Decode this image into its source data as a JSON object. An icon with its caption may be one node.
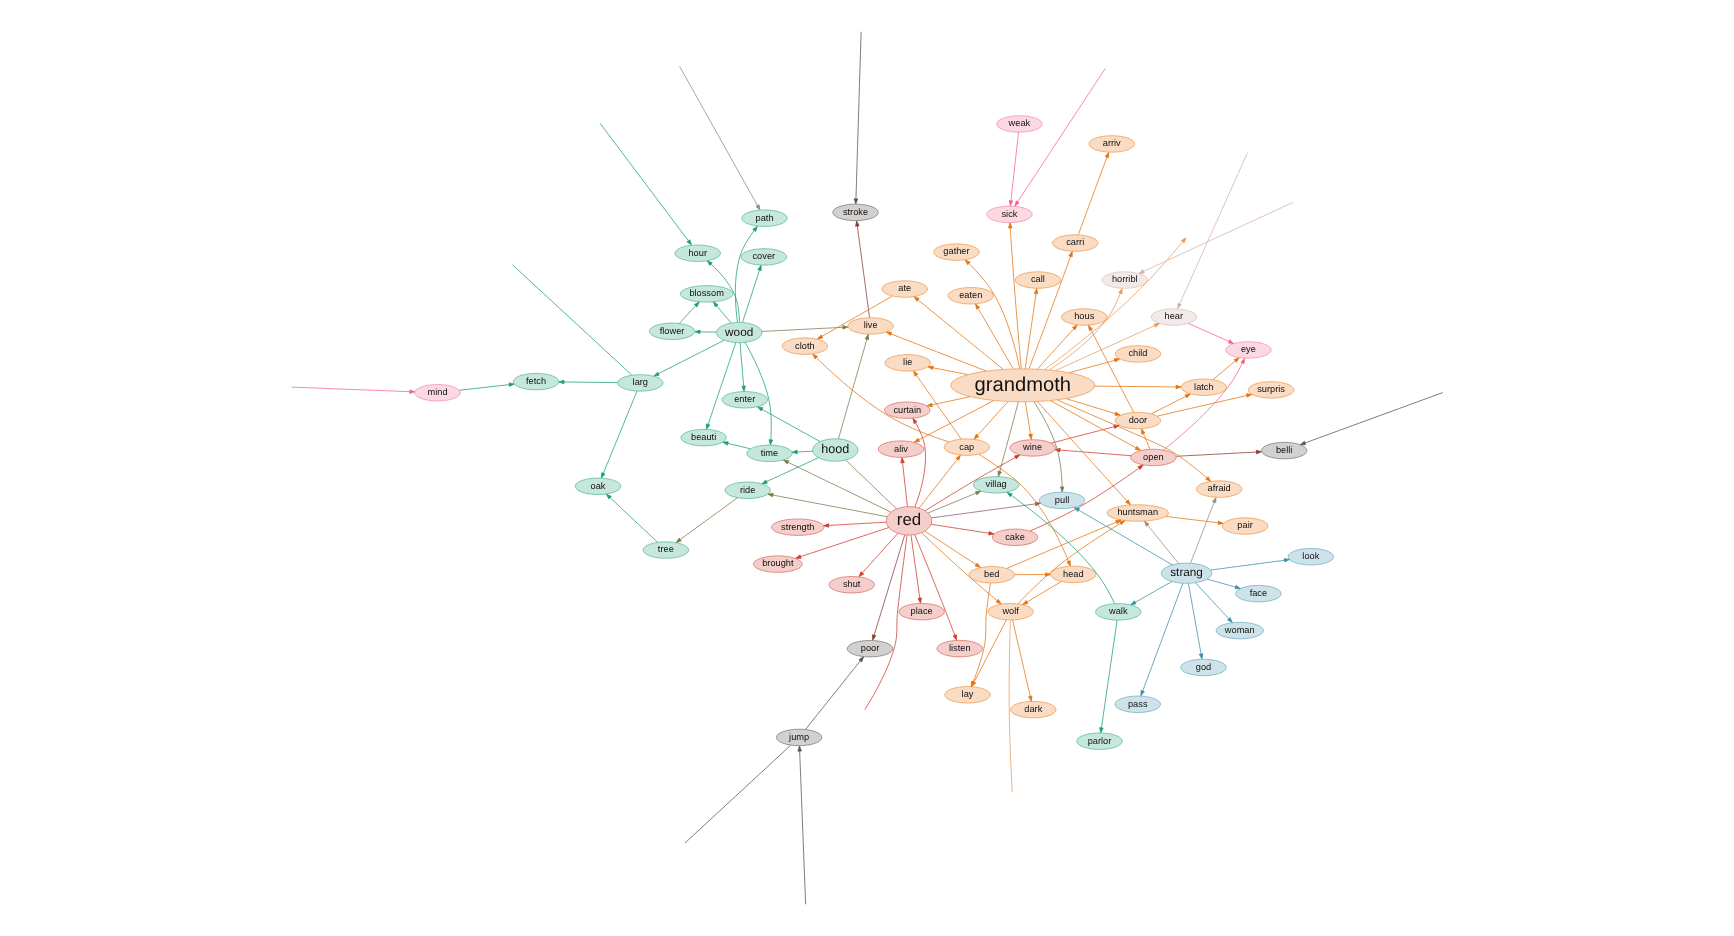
{
  "diagram": {
    "nodes": [
      {
        "text": [
          "hour"
        ]
      },
      {
        "text": [
          "oak"
        ]
      },
      {
        "text": [
          "tree"
        ]
      },
      {
        "text": [
          "larg"
        ]
      },
      {
        "text": [
          "fetch"
        ]
      },
      {
        "text": [
          "mind"
        ]
      },
      {
        "text": [
          "enter"
        ]
      },
      {
        "text": [
          "flower"
        ]
      },
      {
        "text": [
          "wood"
        ]
      },
      {
        "text": [
          "blossom"
        ]
      },
      {
        "text": [
          "ride"
        ]
      },
      {
        "text": [
          "hood"
        ]
      },
      {
        "text": [
          "time"
        ]
      },
      {
        "text": [
          "beauti"
        ]
      },
      {
        "text": [
          "live"
        ]
      },
      {
        "text": [
          "cover"
        ]
      },
      {
        "text": [
          "poor"
        ]
      },
      {
        "text": [
          "stroke"
        ]
      },
      {
        "text": [
          "jump"
        ]
      },
      {
        "text": [
          "path"
        ]
      },
      {
        "text": [
          "belli"
        ]
      },
      {
        "text": [
          "listen"
        ]
      },
      {
        "text": [
          "place"
        ]
      },
      {
        "text": [
          "shut"
        ]
      },
      {
        "text": [
          "brought"
        ]
      },
      {
        "text": [
          "strength"
        ]
      },
      {
        "text": [
          "red"
        ]
      },
      {
        "text": [
          "curtain"
        ]
      },
      {
        "text": [
          "aliv"
        ]
      },
      {
        "text": [
          "cake"
        ]
      },
      {
        "text": [
          "wine"
        ]
      },
      {
        "text": [
          "weak"
        ]
      },
      {
        "text": [
          "open"
        ]
      },
      {
        "text": [
          "sick"
        ]
      },
      {
        "text": [
          "hear"
        ]
      },
      {
        "text": [
          "eye"
        ]
      },
      {
        "text": [
          "dark"
        ]
      },
      {
        "text": [
          "wolf"
        ]
      },
      {
        "text": [
          "lay"
        ]
      },
      {
        "text": [
          "head"
        ]
      },
      {
        "text": [
          "cloth"
        ]
      },
      {
        "text": [
          "cap"
        ]
      },
      {
        "text": [
          "bed"
        ]
      },
      {
        "text": [
          "pair"
        ]
      },
      {
        "text": [
          "huntsman"
        ]
      },
      {
        "text": [
          "arriv"
        ]
      },
      {
        "text": [
          "ate"
        ]
      },
      {
        "text": [
          "lie"
        ]
      },
      {
        "text": [
          "carri"
        ]
      },
      {
        "text": [
          "child"
        ]
      },
      {
        "text": [
          "villag"
        ]
      },
      {
        "text": [
          "pull"
        ]
      },
      {
        "text": [
          "afraid"
        ]
      },
      {
        "text": [
          "gather"
        ]
      },
      {
        "text": [
          "hous"
        ]
      },
      {
        "text": [
          "grandmoth"
        ]
      },
      {
        "text": [
          "door"
        ]
      },
      {
        "text": [
          "latch"
        ]
      },
      {
        "text": [
          "surpris"
        ]
      },
      {
        "text": [
          "horribl"
        ]
      },
      {
        "text": [
          "eaten"
        ]
      },
      {
        "text": [
          "call"
        ]
      },
      {
        "text": [
          "look"
        ]
      },
      {
        "text": [
          "god"
        ]
      },
      {
        "text": [
          "face"
        ]
      },
      {
        "text": [
          "strang"
        ]
      },
      {
        "text": [
          "woman"
        ]
      },
      {
        "text": [
          "pass"
        ]
      },
      {
        "text": [
          "walk"
        ]
      },
      {
        "text": [
          "parlor"
        ]
      }
    ],
    "edges": [
      {
        "from": null,
        "to": 0,
        "arrow": "to",
        "color": "#1b9e77"
      },
      {
        "from": 8,
        "to": 0,
        "arrow": "to",
        "color": "#1b9e77"
      },
      {
        "from": 8,
        "to": 3,
        "arrow": "to",
        "color": "#1b9e77"
      },
      {
        "from": 8,
        "to": 6,
        "arrow": "to",
        "color": "#1b9e77"
      },
      {
        "from": 8,
        "to": 7,
        "arrow": "to",
        "color": "#1b9e77"
      },
      {
        "from": 8,
        "to": 9,
        "arrow": "to",
        "color": "#1b9e77"
      },
      {
        "from": 8,
        "to": 12,
        "arrow": "to",
        "color": "#1b9e77"
      },
      {
        "from": 8,
        "to": 13,
        "arrow": "to",
        "color": "#1b9e77"
      },
      {
        "from": 8,
        "to": 19,
        "arrow": "to",
        "color": "#1b9e77"
      },
      {
        "from": 8,
        "to": 15,
        "arrow": "to",
        "color": "#1b9e77"
      },
      {
        "from": 8,
        "to": 14,
        "arrow": "to",
        "color": "#7b7a4c"
      },
      {
        "from": 3,
        "to": null,
        "arrow": "none",
        "color": "#1b9e77"
      },
      {
        "from": 3,
        "to": 1,
        "arrow": "to",
        "color": "#1b9e77"
      },
      {
        "from": 3,
        "to": 4,
        "arrow": "to",
        "color": "#1b9e77"
      },
      {
        "from": 2,
        "to": 1,
        "arrow": "to",
        "color": "#1b9e77"
      },
      {
        "from": 5,
        "to": 4,
        "arrow": "to",
        "color": "#1b9e77"
      },
      {
        "from": 11,
        "to": 10,
        "arrow": "to",
        "color": "#1b9e77"
      },
      {
        "from": 11,
        "to": 6,
        "arrow": "to",
        "color": "#1b9e77"
      },
      {
        "from": 11,
        "to": 12,
        "arrow": "to",
        "color": "#1b9e77"
      },
      {
        "from": 11,
        "to": 14,
        "arrow": "to",
        "color": "#7b7a4c"
      },
      {
        "from": 7,
        "to": 9,
        "arrow": "to",
        "color": "#1b9e77"
      },
      {
        "from": 12,
        "to": 13,
        "arrow": "to",
        "color": "#1b9e77"
      },
      {
        "from": 10,
        "to": 2,
        "arrow": "to",
        "color": "#7b7a4c"
      },
      {
        "from": 26,
        "to": 10,
        "arrow": "to",
        "color": "#7b7a4c"
      },
      {
        "from": 26,
        "to": 11,
        "arrow": "none",
        "color": "#7b7a4c"
      },
      {
        "from": 26,
        "to": 12,
        "arrow": "to",
        "color": "#7b7a4c"
      },
      {
        "from": 26,
        "to": 50,
        "arrow": "to",
        "color": "#7b7a4c"
      },
      {
        "from": 26,
        "to": null,
        "arrow": "none",
        "color": "#d03a2a"
      },
      {
        "from": 26,
        "to": 25,
        "arrow": "to",
        "color": "#d03a2a"
      },
      {
        "from": 26,
        "to": 22,
        "arrow": "to",
        "color": "#d03a2a"
      },
      {
        "from": 26,
        "to": 21,
        "arrow": "to",
        "color": "#d03a2a"
      },
      {
        "from": 26,
        "to": 23,
        "arrow": "to",
        "color": "#d03a2a"
      },
      {
        "from": 26,
        "to": 24,
        "arrow": "to",
        "color": "#d03a2a"
      },
      {
        "from": 26,
        "to": 27,
        "arrow": "to",
        "color": "#d03a2a"
      },
      {
        "from": 26,
        "to": 28,
        "arrow": "to",
        "color": "#d03a2a"
      },
      {
        "from": 26,
        "to": 29,
        "arrow": "to",
        "color": "#d03a2a"
      },
      {
        "from": 26,
        "to": 30,
        "arrow": "to",
        "color": "#d03a2a"
      },
      {
        "from": 26,
        "to": 16,
        "arrow": "to",
        "color": "#8b3a2f"
      },
      {
        "from": 26,
        "to": 51,
        "arrow": "to",
        "color": "#8b5a6a"
      },
      {
        "from": 26,
        "to": 37,
        "arrow": "to"
      },
      {
        "from": 26,
        "to": 41,
        "arrow": "to"
      },
      {
        "from": 26,
        "to": 42,
        "arrow": "to"
      },
      {
        "from": 29,
        "to": 32,
        "arrow": "to",
        "color": "#d03a2a"
      },
      {
        "from": 32,
        "to": 30,
        "arrow": "to",
        "color": "#d03a2a"
      },
      {
        "from": 30,
        "to": 56,
        "arrow": "to",
        "color": "#d03a2a"
      },
      {
        "from": 14,
        "to": 17,
        "arrow": "to",
        "color": "#8b3a2f"
      },
      {
        "from": 32,
        "to": 20,
        "arrow": "to",
        "color": "#8b3a2f"
      },
      {
        "from": 37,
        "to": null,
        "arrow": "none",
        "color": "#e89a5a"
      },
      {
        "from": 37,
        "to": 36,
        "arrow": "to"
      },
      {
        "from": 37,
        "to": 38,
        "arrow": "to"
      },
      {
        "from": 37,
        "to": 44,
        "arrow": "to"
      },
      {
        "from": 39,
        "to": 37,
        "arrow": "to"
      },
      {
        "from": 41,
        "to": 39,
        "arrow": "to"
      },
      {
        "from": 41,
        "to": 40,
        "arrow": "to"
      },
      {
        "from": 41,
        "to": 47,
        "arrow": "to"
      },
      {
        "from": 42,
        "to": 39,
        "arrow": "to"
      },
      {
        "from": 42,
        "to": 38,
        "arrow": "to"
      },
      {
        "from": 42,
        "to": 44,
        "arrow": "to"
      },
      {
        "from": 46,
        "to": 40,
        "arrow": "to"
      },
      {
        "from": 44,
        "to": 43,
        "arrow": "to"
      },
      {
        "from": 48,
        "to": 45,
        "arrow": "to"
      },
      {
        "from": 55,
        "to": 47,
        "arrow": "to"
      },
      {
        "from": 55,
        "to": 46,
        "arrow": "to"
      },
      {
        "from": 55,
        "to": 41,
        "arrow": "to"
      },
      {
        "from": 55,
        "to": 49,
        "arrow": "to"
      },
      {
        "from": 55,
        "to": 53,
        "arrow": "to"
      },
      {
        "from": 55,
        "to": 48,
        "arrow": "to"
      },
      {
        "from": 55,
        "to": 44,
        "arrow": "to"
      },
      {
        "from": 55,
        "to": 52,
        "arrow": "to"
      },
      {
        "from": 55,
        "to": 54,
        "arrow": "to"
      },
      {
        "from": 55,
        "to": 32,
        "arrow": "to"
      },
      {
        "from": 55,
        "to": 57,
        "arrow": "to"
      },
      {
        "from": 55,
        "to": 56,
        "arrow": "to"
      },
      {
        "from": 55,
        "to": 33,
        "arrow": "to"
      },
      {
        "from": 55,
        "to": 14,
        "arrow": "to"
      },
      {
        "from": 55,
        "to": 30,
        "arrow": "to"
      },
      {
        "from": 55,
        "to": 28,
        "arrow": "to"
      },
      {
        "from": 55,
        "to": 27,
        "arrow": "to"
      },
      {
        "from": 55,
        "to": 61,
        "arrow": "to"
      },
      {
        "from": 55,
        "to": 60,
        "arrow": "to"
      },
      {
        "from": 55,
        "to": null,
        "arrow": "to",
        "color": "#e89a5a"
      },
      {
        "from": 55,
        "to": 51,
        "arrow": "to",
        "color": "#7b7a4c"
      },
      {
        "from": 55,
        "to": 50,
        "arrow": "to",
        "color": "#7b7a4c"
      },
      {
        "from": 55,
        "to": 34,
        "arrow": "to",
        "color": "#e89a5a"
      },
      {
        "from": 55,
        "to": 59,
        "arrow": "to",
        "color": "#e89a5a"
      },
      {
        "from": 56,
        "to": 54,
        "arrow": "to"
      },
      {
        "from": 56,
        "to": 57,
        "arrow": "to"
      },
      {
        "from": 56,
        "to": 58,
        "arrow": "to"
      },
      {
        "from": 32,
        "to": 56,
        "arrow": "to"
      },
      {
        "from": 57,
        "to": 35,
        "arrow": "to"
      },
      {
        "from": 31,
        "to": 33,
        "arrow": "to",
        "color": "#f0648c"
      },
      {
        "from": null,
        "to": 33,
        "arrow": "to",
        "color": "#f0648c"
      },
      {
        "from": null,
        "to": 5,
        "arrow": "to",
        "color": "#f0648c"
      },
      {
        "from": 32,
        "to": 35,
        "arrow": "to",
        "color": "#f0648c"
      },
      {
        "from": 34,
        "to": 35,
        "arrow": "to",
        "color": "#f0648c"
      },
      {
        "from": null,
        "to": 34,
        "arrow": "to",
        "color": "#d4b0a8"
      },
      {
        "from": null,
        "to": 59,
        "arrow": "to",
        "color": "#d4b0a8"
      },
      {
        "from": 65,
        "to": 64,
        "arrow": "to",
        "color": "#3a8fa8"
      },
      {
        "from": 65,
        "to": 62,
        "arrow": "to",
        "color": "#3a8fa8"
      },
      {
        "from": 65,
        "to": 63,
        "arrow": "to",
        "color": "#3a8fa8"
      },
      {
        "from": 65,
        "to": 66,
        "arrow": "to",
        "color": "#3a8fa8"
      },
      {
        "from": 65,
        "to": 67,
        "arrow": "to",
        "color": "#3a8fa8"
      },
      {
        "from": 65,
        "to": 51,
        "arrow": "to",
        "color": "#3a8fa8"
      },
      {
        "from": 65,
        "to": 68,
        "arrow": "to",
        "color": "#2a9a98"
      },
      {
        "from": 65,
        "to": 44,
        "arrow": "to",
        "color": "#a08a70"
      },
      {
        "from": 65,
        "to": 52,
        "arrow": "to",
        "color": "#a08a70"
      },
      {
        "from": 68,
        "to": 50,
        "arrow": "to",
        "color": "#1b9e77"
      },
      {
        "from": 68,
        "to": 69,
        "arrow": "to",
        "color": "#1b9e77"
      },
      {
        "from": 18,
        "to": 16,
        "arrow": "to",
        "color": "#5a524e"
      },
      {
        "from": null,
        "to": 18,
        "arrow": "to",
        "color": "#5a524e"
      },
      {
        "from": null,
        "to": 17,
        "arrow": "to",
        "color": "#5a524e"
      },
      {
        "from": null,
        "to": 19,
        "arrow": "to",
        "color": "#8a8890"
      },
      {
        "from": null,
        "to": 20,
        "arrow": "to",
        "color": "#5a524e"
      },
      {
        "from": 18,
        "to": null,
        "arrow": "none",
        "color": "#5a524e"
      }
    ]
  }
}
